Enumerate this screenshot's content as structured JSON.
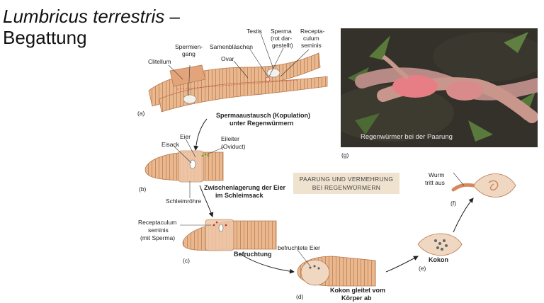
{
  "title": {
    "line1": "Lumbricus terrestris –",
    "line2": "Begattung"
  },
  "labels": {
    "a": "(a)",
    "b": "(b)",
    "c": "(c)",
    "d": "(d)",
    "e": "(e)",
    "f": "(f)",
    "g": "(g)",
    "clitellum": "Clitellum",
    "spermiengang_1": "Spermien-",
    "spermiengang_2": "gang",
    "samenblaeschen": "Samenbläschen",
    "ovar": "Ovar",
    "testis": "Testis",
    "sperma_1": "Sperma",
    "sperma_2": "(rot dar-",
    "sperma_3": "gestellt)",
    "receptaculum_1": "Recepta-",
    "receptaculum_2": "culum",
    "receptaculum_3": "seminis",
    "caption_a_1": "Spermaaustausch (Kopulation)",
    "caption_a_2": "unter Regenwürmern",
    "eier": "Eier",
    "eisack": "Eisack",
    "eileiter_1": "Eileiter",
    "eileiter_2": "(Oviduct)",
    "schleimroehre": "Schleimröhre",
    "caption_b_1": "Zwischenlagerung der Eier",
    "caption_b_2": "im Schleimsack",
    "rec_c_1": "Receptaculum",
    "rec_c_2": "seminis",
    "rec_c_3": "(mit Sperma)",
    "befruchtung": "Befruchtung",
    "befruchtete_eier": "befruchtete Eier",
    "caption_d_1": "Kokon gleitet vom",
    "caption_d_2": "Körper ab",
    "kokon": "Kokon",
    "wurm_1": "Wurm",
    "wurm_2": "tritt aus"
  },
  "info_box": {
    "line1": "PAARUNG UND VERMEHRUNG",
    "line2": "BEI REGENWÜRMERN"
  },
  "photo_caption": "Regenwürmer bei der Paarung",
  "colors": {
    "worm": "#e8b48a",
    "worm_dark": "#c98a5e",
    "box": "#efe3d0"
  }
}
